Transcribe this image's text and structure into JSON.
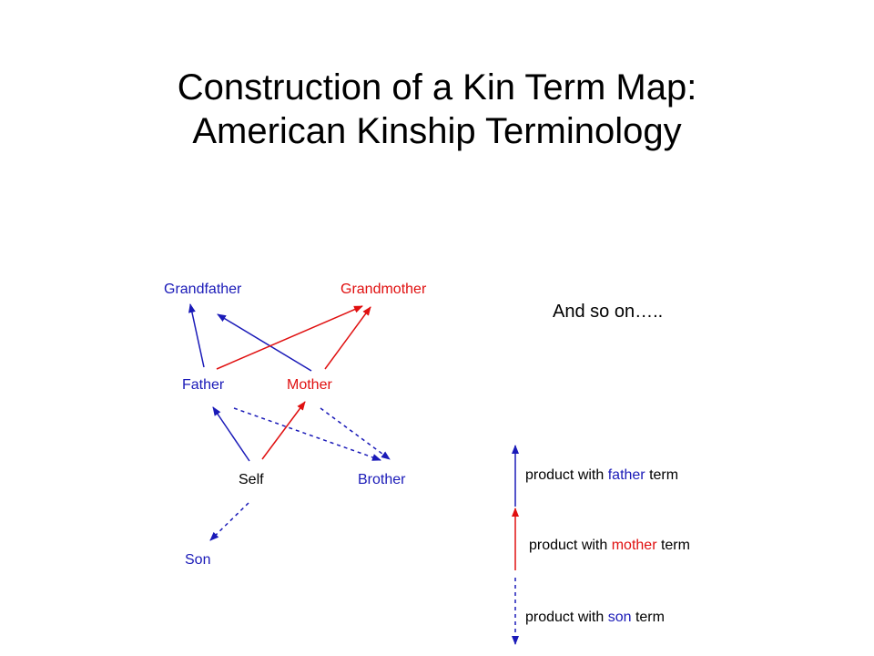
{
  "title": {
    "line1": "Construction of a Kin Term Map:",
    "line2": "American Kinship Terminology"
  },
  "colors": {
    "father_term": "#1a1ab8",
    "mother_term": "#e01010",
    "son_term": "#1a1ab8",
    "text": "#000000"
  },
  "nodes": {
    "grandfather": "Grandfather",
    "grandmother": "Grandmother",
    "father": "Father",
    "mother": "Mother",
    "self": "Self",
    "brother": "Brother",
    "son": "Son"
  },
  "edges": [
    {
      "from": "Father",
      "to": "Grandfather",
      "relation": "father"
    },
    {
      "from": "Mother",
      "to": "Grandfather",
      "relation": "father"
    },
    {
      "from": "Father",
      "to": "Grandmother",
      "relation": "mother"
    },
    {
      "from": "Mother",
      "to": "Grandmother",
      "relation": "mother"
    },
    {
      "from": "Self",
      "to": "Father",
      "relation": "father"
    },
    {
      "from": "Self",
      "to": "Mother",
      "relation": "mother"
    },
    {
      "from": "Father",
      "to": "Brother",
      "relation": "son"
    },
    {
      "from": "Mother",
      "to": "Brother",
      "relation": "son"
    },
    {
      "from": "Self",
      "to": "Son",
      "relation": "son"
    }
  ],
  "note": "And so on…..",
  "legend": [
    {
      "prefix": "product with ",
      "term": "father",
      "suffix": " term",
      "line_style": "solid",
      "color": "#1a1ab8",
      "direction": "up"
    },
    {
      "prefix": "product with ",
      "term": "mother",
      "suffix": " term",
      "line_style": "solid",
      "color": "#e01010",
      "direction": "up"
    },
    {
      "prefix": "product with ",
      "term": "son",
      "suffix": " term",
      "line_style": "dashed",
      "color": "#1a1ab8",
      "direction": "down"
    }
  ]
}
